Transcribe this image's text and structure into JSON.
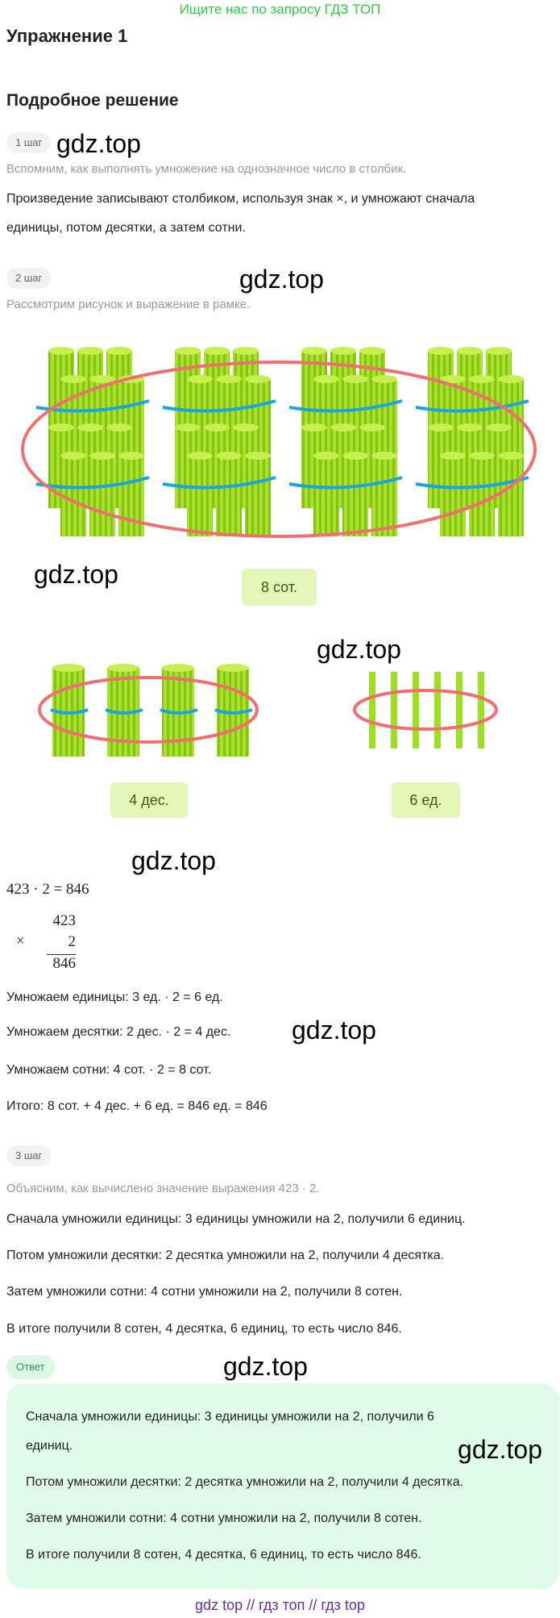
{
  "banner": "Ищите нас по запросу ГДЗ ТОП",
  "title": "Упражнение 1",
  "section": "Подробное решение",
  "watermark": "gdz.top",
  "step1": {
    "label": "1 шаг",
    "hint": "Вспомним, как выполнять умножение на однозначное число в столбик.",
    "line1": "Произведение записывают столбиком, используя знак ×, и умножают сначала",
    "line2": "единицы, потом десятки, а затем сотни."
  },
  "step2": {
    "label": "2 шаг",
    "hint": "Рассмотрим рисунок и выражение в рамке.",
    "badges": {
      "hundreds": "8 сот.",
      "tens": "4 дес.",
      "units": "6 ед."
    },
    "equation": "423 · 2 = 846",
    "column": {
      "sign": "×",
      "a": "423",
      "b": "2",
      "result": "846"
    },
    "lines": [
      "Умножаем единицы: 3 ед. · 2 = 6 ед.",
      "Умножаем десятки: 2 дес. · 2 = 4 дес.",
      "Умножаем сотни: 4 сот. · 2 = 8 сот.",
      "Итого: 8 сот. + 4 дес. + 6 ед. = 846 ед. = 846"
    ]
  },
  "step3": {
    "label": "3 шаг",
    "hint": "Объясним, как вычислено значение выражения 423 · 2.",
    "lines": [
      "Сначала умножили единицы: 3 единицы умножили на 2, получили 6 единиц.",
      "Потом умножили десятки: 2 десятка умножили на 2, получили 4 десятка.",
      "Затем умножили сотни: 4 сотни умножили на 2, получили 8 сотен.",
      "В итоге получили 8 сотен, 4 десятка, 6 единиц, то есть число 846."
    ]
  },
  "answer": {
    "label": "Ответ",
    "line1a": "Сначала умножили единицы: 3 единицы умножили на 2, получили 6",
    "line1b": "единиц.",
    "lines": [
      "Потом умножили десятки: 2 десятка умножили на 2, получили 4 десятка.",
      "Затем умножили сотни: 4 сотни умножили на 2, получили 8 сотен.",
      "В итоге получили 8 сотен, 4 десятка, 6 единиц, то есть число 846."
    ]
  },
  "footer": "gdz top  //  гдз топ  //  гдз top",
  "colors": {
    "rod": "#9ee020",
    "band": "#1aa5e0",
    "ring": "#f07070"
  }
}
